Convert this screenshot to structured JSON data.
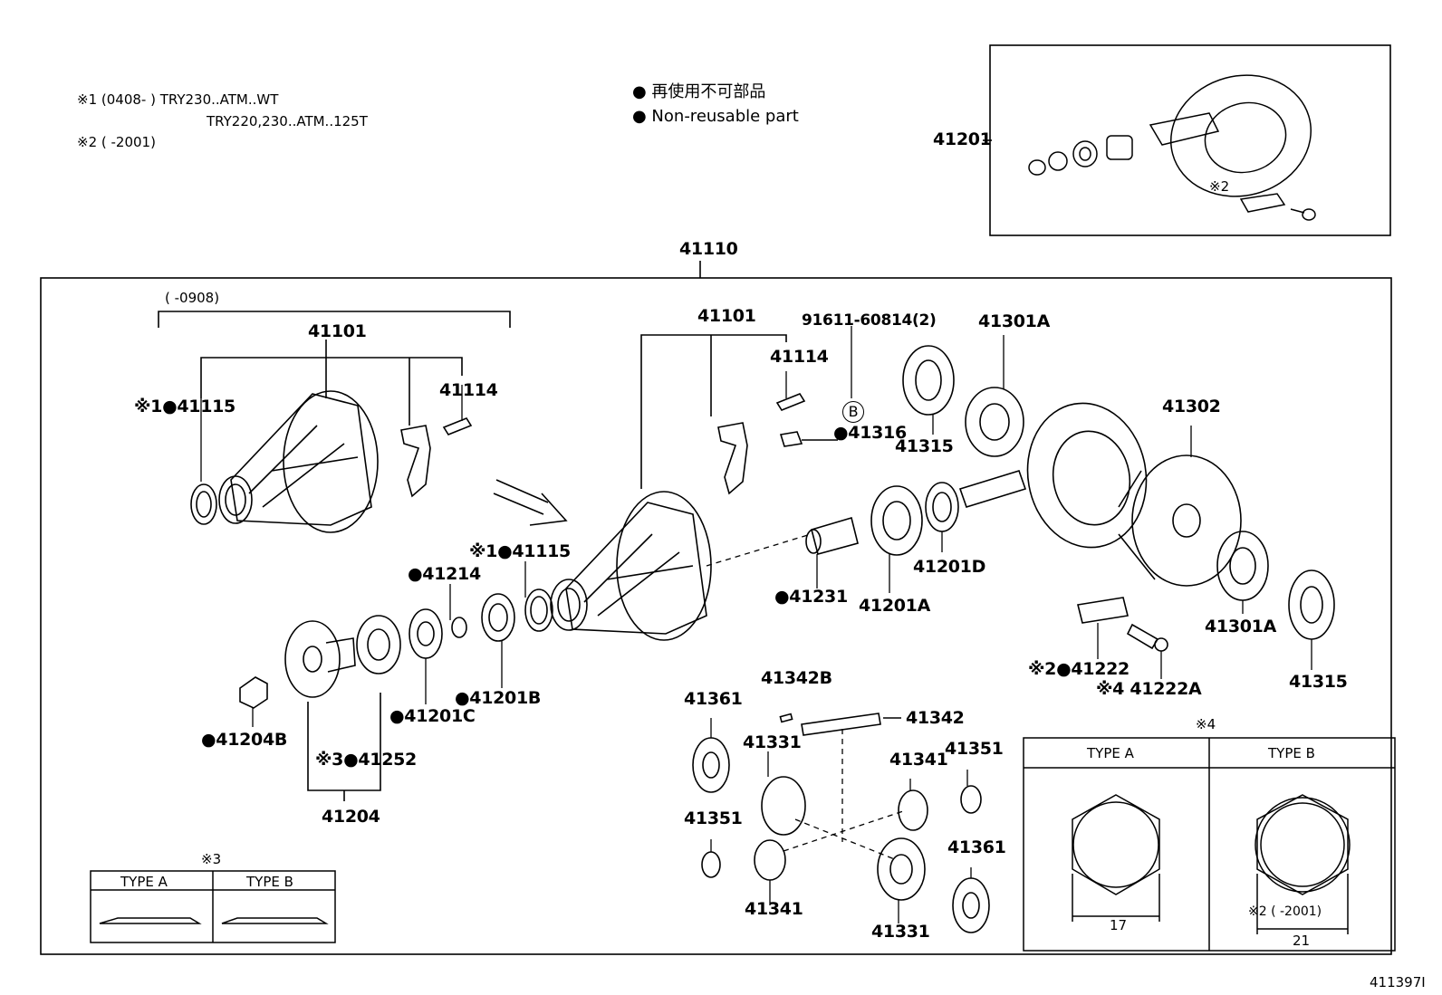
{
  "notes": {
    "n1_line1": "※1 (0408-      ) TRY230..ATM..WT",
    "n1_line2": "TRY220,230..ATM..125T",
    "n2": "※2 (       -2001)"
  },
  "legend": {
    "jp": "● 再使用不可部品",
    "en": "● Non-reusable part"
  },
  "assembly": {
    "main": "41110",
    "ring_pinion": "41201",
    "ring_pinion_note": "※2",
    "left_range": "(       -0908)"
  },
  "labels": {
    "l41101_left": "41101",
    "l41115_left": "※1●41115",
    "l41114_left": "41114",
    "l41101_right": "41101",
    "l41114_right": "41114",
    "l91611": "91611-60814(2)",
    "lB": "B",
    "l41316": "●41316",
    "l41315_top": "41315",
    "l41301A_top": "41301A",
    "l41302": "41302",
    "l41115_mid": "※1●41115",
    "l41214": "●41214",
    "l41231": "●41231",
    "l41201A": "41201A",
    "l41201D": "41201D",
    "l41201B": "●41201B",
    "l41201C": "●41201C",
    "l41204B": "●41204B",
    "l41252": "※3●41252",
    "l41204": "41204",
    "l41301A_bottom": "41301A",
    "l41315_bottom": "41315",
    "l41222": "※2●41222",
    "l41222A": "※4 41222A",
    "l41342B": "41342B",
    "l41342": "41342",
    "l41361_left": "41361",
    "l41331_left": "41331",
    "l41341_right": "41341",
    "l41351_right": "41351",
    "l41351_left": "41351",
    "l41361_right": "41361",
    "l41341_left": "41341",
    "l41331_right": "41331"
  },
  "type_box_3": {
    "title": "※3",
    "type_a": "TYPE A",
    "type_b": "TYPE B"
  },
  "type_box_4": {
    "title": "※4",
    "type_a": "TYPE A",
    "type_b": "TYPE B",
    "dim_a": "17",
    "dim_b": "21",
    "note_b": "※2 (       -2001)"
  },
  "figure_id": "411397I"
}
